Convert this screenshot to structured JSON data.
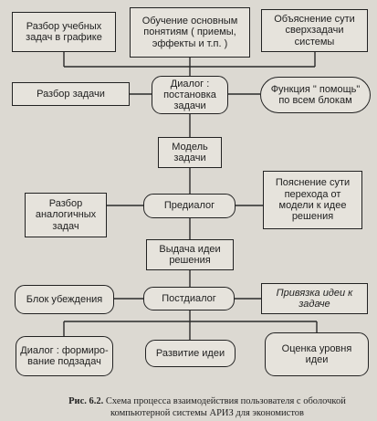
{
  "nodes": {
    "n1": "Разбор учебных задач в графике",
    "n2": "Обучение основным понятиям ( приемы, эффекты и т.п. )",
    "n3": "Объяснение сути сверхзадачи системы",
    "n4": "Разбор задачи",
    "n5": "Диалог : постановка задачи",
    "n6": "Функция \" помощь\" по всем блокам",
    "n7": "Модель задачи",
    "n8": "Разбор аналогичных задач",
    "n9": "Предиалог",
    "n10": "Пояснение сути перехода от модели к идее решения",
    "n11": "Выдача идеи решения",
    "n12": "Блок убеждения",
    "n13": "Постдиалог",
    "n14": "Привязка идеи к задаче",
    "n15": "Диалог : формиро-вание подзадач",
    "n16": "Развитие идеи",
    "n17": "Оценка уровня идеи"
  },
  "caption": {
    "label": "Рис. 6.2.",
    "text": "Схема процесса взаимодействия пользователя с оболочкой компьютерной системы АРИЗ для экономистов"
  },
  "colors": {
    "line": "#2a2a2a",
    "box_fill": "#e6e3dc",
    "page": "#dcd9d2"
  }
}
